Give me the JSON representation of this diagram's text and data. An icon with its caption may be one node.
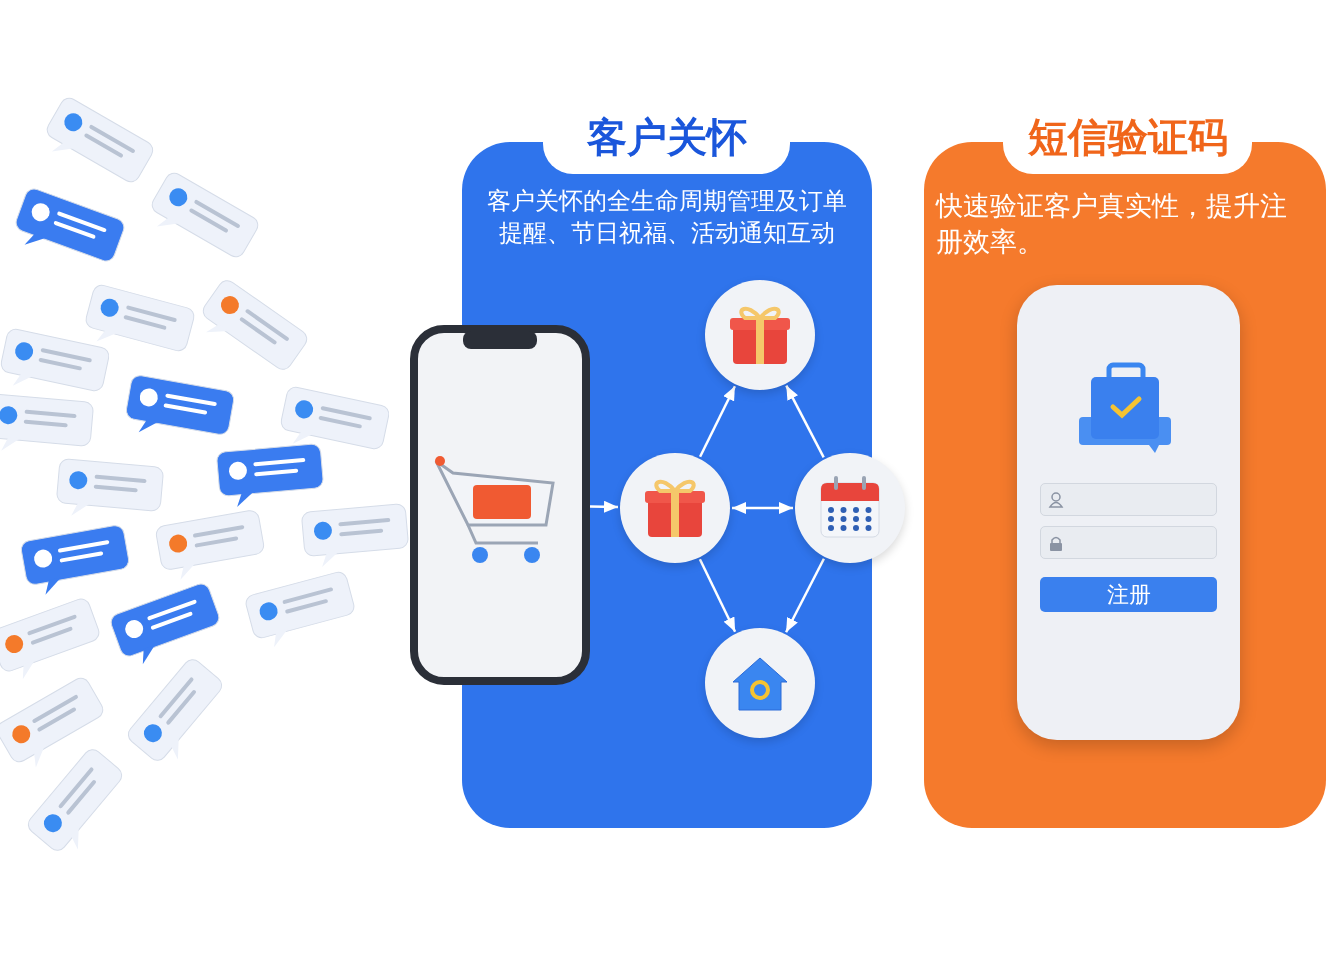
{
  "diagram": {
    "nodes": [
      {
        "text": [
          "客户关怀",
          "客户关怀的全生命周期管理及订单提醒、节日祝福、活动通知互动"
        ]
      },
      {
        "text": [],
        "shape": "picture"
      },
      {
        "text": [],
        "shape": "picture",
        "in": 0
      },
      {
        "text": [],
        "shape": "picture",
        "in": 0
      },
      {
        "text": [],
        "shape": "picture"
      },
      {
        "text": [],
        "shape": "picture",
        "in": 0
      },
      {
        "text": [
          "短信验证码",
          "快速验证客户真实性，提升注册效率。"
        ]
      },
      {
        "text": [],
        "shape": "box",
        "in": 6
      },
      {
        "text": [
          "注册"
        ],
        "in": 7
      }
    ],
    "edges": [
      {
        "from": 1,
        "to": 2,
        "arrow": "to"
      },
      {
        "from": 2,
        "to": 3,
        "arrow": "to"
      },
      {
        "from": 4,
        "to": 3,
        "arrow": "to"
      },
      {
        "from": 2,
        "to": 4,
        "arrow": "both"
      },
      {
        "from": 2,
        "to": 5,
        "arrow": "to"
      },
      {
        "from": 4,
        "to": 5,
        "arrow": "to"
      }
    ]
  }
}
